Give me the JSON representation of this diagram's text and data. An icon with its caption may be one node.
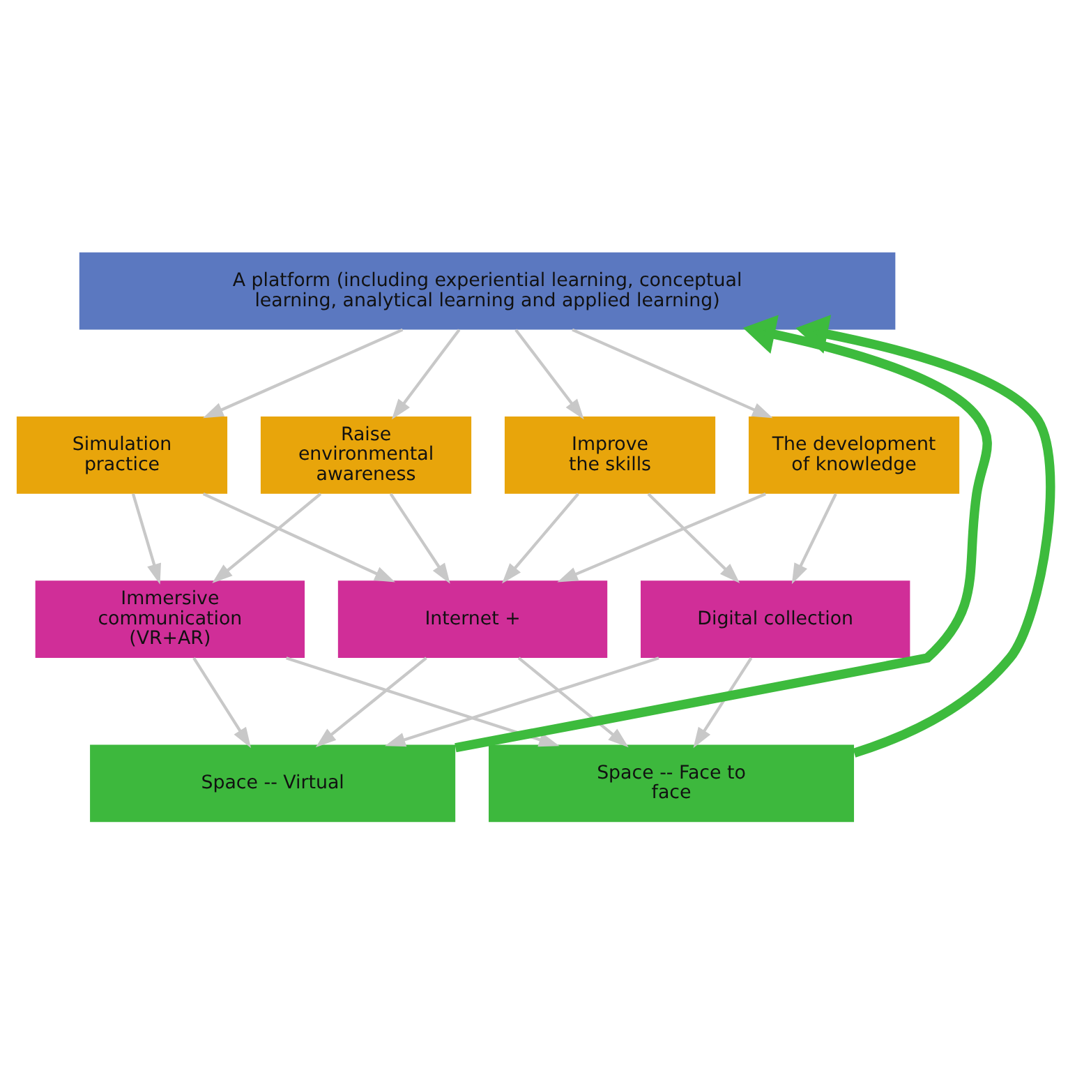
{
  "diagram": {
    "nodes": [
      {
        "text": [
          "A platform (including experiential learning, conceptual learning, analytical learning and applied learning)"
        ]
      },
      {
        "text": [
          "Simulation practice"
        ]
      },
      {
        "text": [
          "Raise environmental awareness"
        ]
      },
      {
        "text": [
          "Improve the skills"
        ]
      },
      {
        "text": [
          "The development of knowledge"
        ]
      },
      {
        "text": [
          "Immersive communication (VR+AR)"
        ]
      },
      {
        "text": [
          "Internet +"
        ]
      },
      {
        "text": [
          "Digital collection"
        ]
      },
      {
        "text": [
          "Space -- Virtual"
        ]
      },
      {
        "text": [
          "Space -- Face to face"
        ]
      }
    ],
    "edges": [
      {
        "from": 0,
        "to": 1,
        "arrow": "to"
      },
      {
        "from": 0,
        "to": 2,
        "arrow": "to"
      },
      {
        "from": 0,
        "to": 3,
        "arrow": "to"
      },
      {
        "from": 0,
        "to": 4,
        "arrow": "to"
      },
      {
        "from": 1,
        "to": 5,
        "arrow": "to"
      },
      {
        "from": 1,
        "to": 6,
        "arrow": "to"
      },
      {
        "from": 2,
        "to": 5,
        "arrow": "to"
      },
      {
        "from": 2,
        "to": 6,
        "arrow": "to"
      },
      {
        "from": 3,
        "to": 6,
        "arrow": "to"
      },
      {
        "from": 3,
        "to": 7,
        "arrow": "to"
      },
      {
        "from": 4,
        "to": 6,
        "arrow": "to"
      },
      {
        "from": 4,
        "to": 7,
        "arrow": "to"
      },
      {
        "from": 5,
        "to": 8,
        "arrow": "to"
      },
      {
        "from": 5,
        "to": 9,
        "arrow": "to"
      },
      {
        "from": 6,
        "to": 8,
        "arrow": "to"
      },
      {
        "from": 6,
        "to": 9,
        "arrow": "to"
      },
      {
        "from": 7,
        "to": 8,
        "arrow": "to"
      },
      {
        "from": 7,
        "to": 9,
        "arrow": "to"
      },
      {
        "from": 8,
        "to": 0,
        "arrow": "to",
        "style": "thick",
        "color": "#3dbb3d"
      },
      {
        "from": 9,
        "to": 0,
        "arrow": "to",
        "style": "thick",
        "color": "#3dbb3d"
      }
    ]
  }
}
